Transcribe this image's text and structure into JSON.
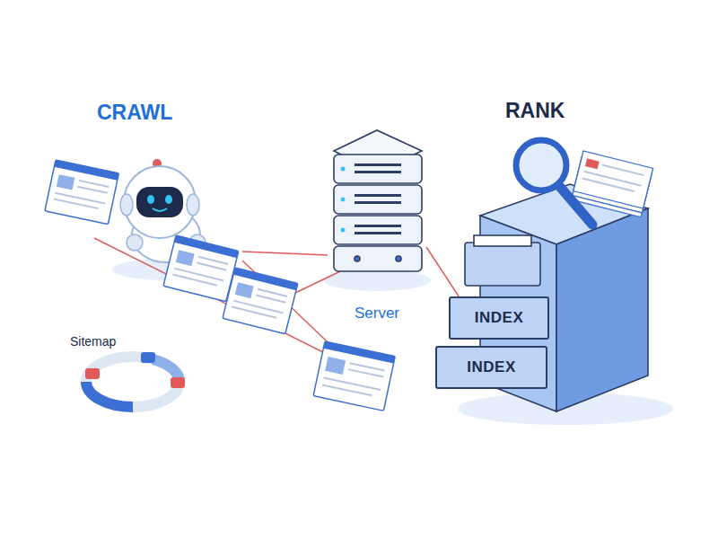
{
  "diagram": {
    "nodes": [
      {
        "text": [
          "CRAWL"
        ]
      },
      {
        "text": [
          "Sitemap"
        ]
      },
      {
        "text": [
          "Server"
        ]
      },
      {
        "text": [
          "RANK"
        ]
      },
      {
        "text": [
          "INDEX"
        ],
        "in": 3
      },
      {
        "text": [
          "INDEX"
        ],
        "in": 3
      }
    ],
    "edges": [
      {
        "from": 0,
        "to": 2,
        "arrow": "none"
      },
      {
        "from": 2,
        "to": 4,
        "arrow": "none"
      }
    ]
  }
}
